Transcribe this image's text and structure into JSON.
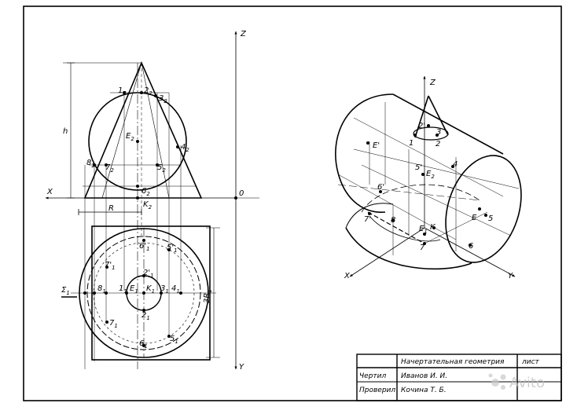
{
  "front_view": {
    "labels": {
      "z_axis": "Z",
      "x_axis": "X",
      "origin": "0",
      "height": "h",
      "radius": "R",
      "p1": "1",
      "p1_sub": "2",
      "p2": "2",
      "p2_sub": "2",
      "p3": "3",
      "p3_sub": "2",
      "p4": "4",
      "p4_sub": "2",
      "p5": "5",
      "p5_sub": "2",
      "p6": "6",
      "p6_sub": "2",
      "p7": "7",
      "p7_sub": "2",
      "p8": "8",
      "p8_sub": "2",
      "e": "E",
      "e_sub": "2",
      "k": "K",
      "k_sub": "2"
    }
  },
  "top_view": {
    "labels": {
      "y_axis": "Y",
      "sigma": "Σ",
      "sigma_sub": "1",
      "p8": "8",
      "p8_sub": "1",
      "p1": "1",
      "p1_sub": "1",
      "e": "E",
      "e_sub": "1",
      "k": "K",
      "k_sub": "1",
      "p3": "3",
      "p3_sub": "1",
      "p4": "4",
      "p4_sub": "1",
      "p2": "2'",
      "p2_sub": "1",
      "p2b": "2",
      "p2b_sub": "1",
      "p6": "6'",
      "p6_sub": "1",
      "p6b": "6",
      "p6b_sub": "1",
      "p5": "5'",
      "p5_sub": "1",
      "p5b": "5",
      "p5b_sub": "1",
      "p7": "7'",
      "p7_sub": "1",
      "p7b": "7",
      "p7b_sub": "1",
      "dim": "3R",
      "dim_sub": "1"
    }
  },
  "axonometric": {
    "labels": {
      "z_axis": "Z",
      "x_axis": "X",
      "y_axis": "Y",
      "p1": "1",
      "p2": "2",
      "p2p": "2'",
      "p3": "3",
      "e_prime": "E'",
      "e": "E",
      "e1": "E",
      "e1_sub": "1",
      "e2": "E",
      "e2_sub": "2",
      "e_dash": "5'",
      "p4": "4",
      "p5": "5",
      "p6": "6",
      "p6p": "6'",
      "p7": "7",
      "p7p": "7'",
      "p8": "8",
      "k": "K"
    }
  },
  "title_block": {
    "title": "Начертательная геометрия",
    "sheet": "лист",
    "drawn_label": "Чертил",
    "drawn_name": "Иванов И. И.",
    "checked_label": "Проверил",
    "checked_name": "Кочина Т. Б."
  },
  "watermark": "Avito"
}
